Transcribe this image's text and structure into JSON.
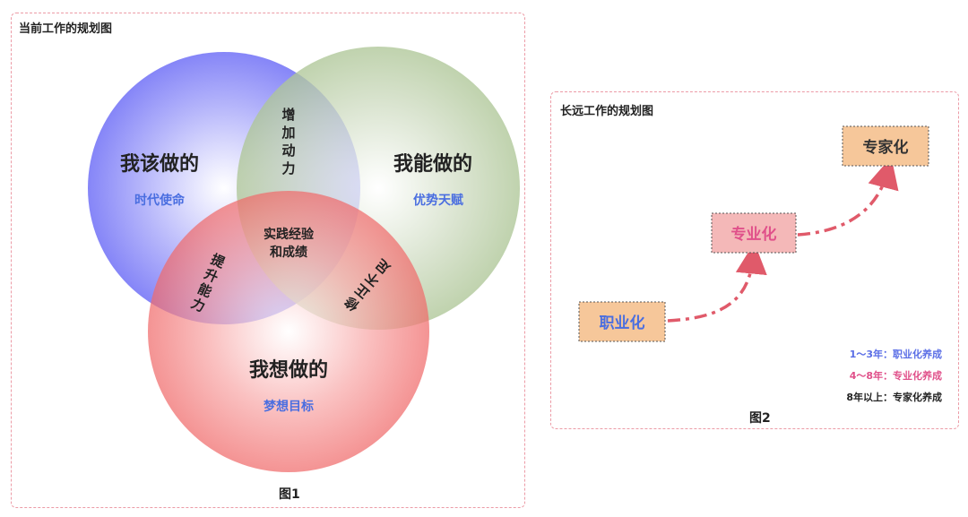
{
  "figure1": {
    "title": "当前工作的规划图",
    "caption": "图1",
    "circles": [
      {
        "label": "我该做的",
        "sublabel": "时代使命",
        "color": "#6f6ff8"
      },
      {
        "label": "我能做的",
        "sublabel": "优势天赋",
        "color": "#a9c58f"
      },
      {
        "label": "我想做的",
        "sublabel": "梦想目标",
        "color": "#f26b6b"
      }
    ],
    "sublabel_color": "#4a6ee0",
    "overlaps": {
      "top": [
        "增",
        "加",
        "动",
        "力"
      ],
      "left": [
        "提",
        "升",
        "能",
        "力"
      ],
      "right": [
        "修",
        "正",
        "不",
        "足"
      ],
      "center": [
        "实践经验",
        "和成绩"
      ]
    }
  },
  "figure2": {
    "title": "长远工作的规划图",
    "caption": "图2",
    "stages": [
      {
        "label": "职业化",
        "text_color": "#4a6ee0",
        "fill": "#f6c79a"
      },
      {
        "label": "专业化",
        "text_color": "#e0508a",
        "fill": "#f4b8b8"
      },
      {
        "label": "专家化",
        "text_color": "#333333",
        "fill": "#f6c79a"
      }
    ],
    "arrow_color": "#e05a6a",
    "legend": [
      {
        "text": "1～3年：职业化养成",
        "color": "#5a6ee6"
      },
      {
        "text": "4～8年：专业化养成",
        "color": "#e0508a"
      },
      {
        "text": "8年以上：专家化养成",
        "color": "#222222"
      }
    ]
  }
}
